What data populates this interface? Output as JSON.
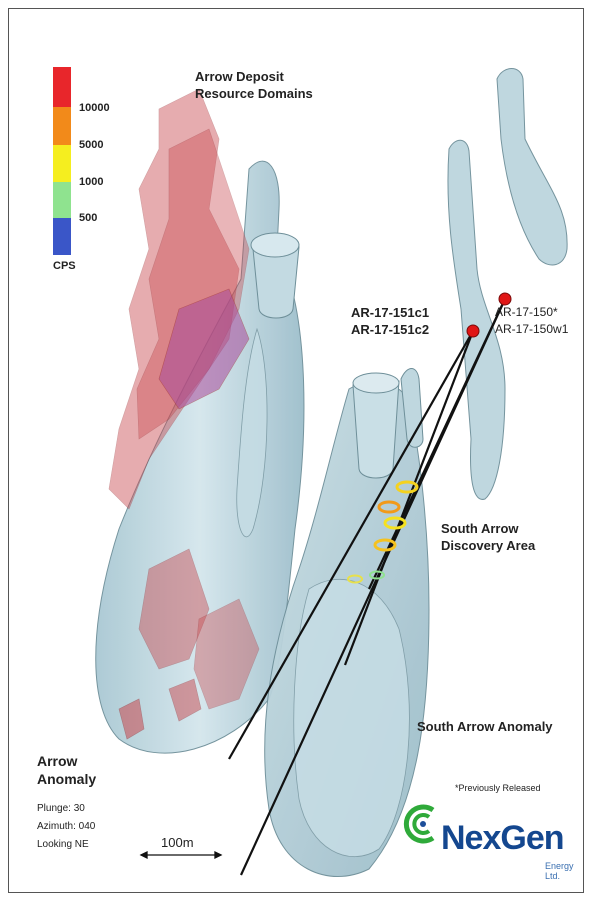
{
  "title_line1": "Arrow Deposit",
  "title_line2": "Resource Domains",
  "legend": {
    "unit": "CPS",
    "swatches": [
      {
        "color": "#e8262b"
      },
      {
        "color": "#f28a1a"
      },
      {
        "color": "#f5ee1f"
      },
      {
        "color": "#8fe38f"
      },
      {
        "color": "#3a56c8"
      }
    ],
    "values": [
      "10000",
      "5000",
      "1000",
      "500"
    ]
  },
  "holes": {
    "left_line1": "AR-17-151c1",
    "left_line2": "AR-17-151c2",
    "right_line1": "AR-17-150*",
    "right_line2": "AR-17-150w1"
  },
  "labels": {
    "discovery_line1": "South Arrow",
    "discovery_line2": "Discovery Area",
    "south_anomaly": "South Arrow Anomaly",
    "arrow_anomaly_line1": "Arrow",
    "arrow_anomaly_line2": "Anomaly",
    "previously_released": "*Previously Released"
  },
  "view": {
    "plunge": "Plunge: 30",
    "azimuth": "Azimuth: 040",
    "looking": "Looking NE"
  },
  "scale_bar": {
    "label": "100m"
  },
  "logo": {
    "brand_a": "Nex",
    "brand_b": "Gen",
    "sub": "Energy Ltd."
  },
  "colors": {
    "anomaly_fill": "#b9d4dd",
    "anomaly_edge": "#6e8f99",
    "resource": "#c9494f",
    "collar": "#e01616"
  }
}
